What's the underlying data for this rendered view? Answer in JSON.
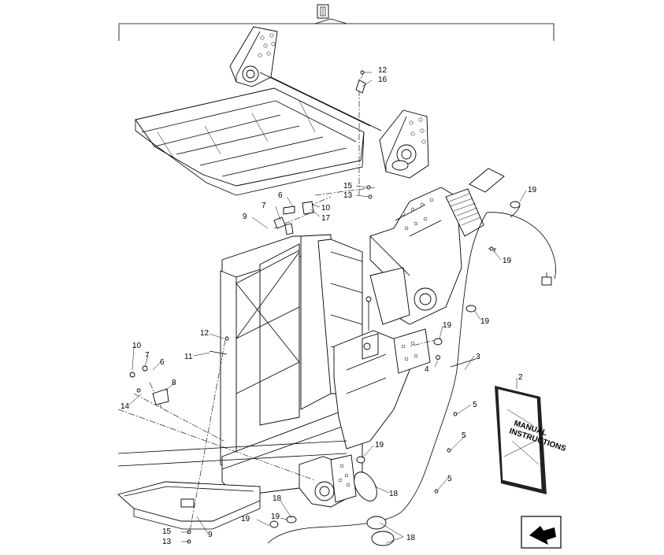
{
  "title_icon": "book-icon",
  "manual": {
    "line1": "MANUAL",
    "line2": "INSTRUCTIONS"
  },
  "callouts": {
    "c12a": "12",
    "c16": "16",
    "c15a": "15",
    "c13a": "13",
    "c6a": "6",
    "c10a": "10",
    "c7a": "7",
    "c17": "17",
    "c9a": "9",
    "c19a": "19",
    "c19b": "19",
    "c19c": "19",
    "c19d": "19",
    "c2": "2",
    "c3": "3",
    "c4": "4",
    "c5a": "5",
    "c5b": "5",
    "c5c": "5",
    "c12b": "12",
    "c11": "11",
    "c10b": "10",
    "c7b": "7",
    "c6b": "6",
    "c8": "8",
    "c14": "14",
    "c19e": "19",
    "c18a": "18",
    "c18b": "18",
    "c19f": "19",
    "c19g": "19",
    "c18c": "18",
    "c15b": "15",
    "c13b": "13",
    "c9b": "9"
  },
  "nav_icon": "arrow-back-icon"
}
